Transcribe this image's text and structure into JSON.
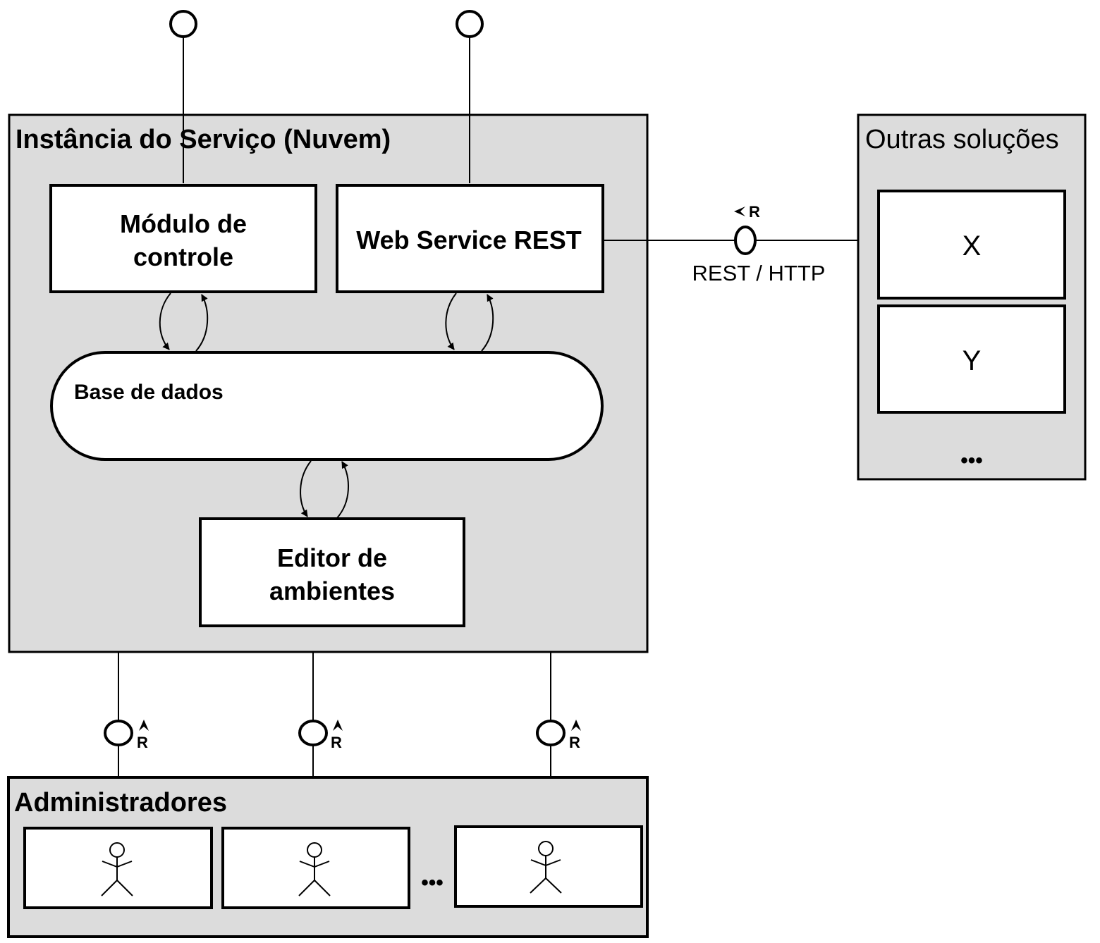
{
  "service": {
    "title": "Instância do Serviço (Nuvem)",
    "control_module": [
      "Módulo de",
      "controle"
    ],
    "web_service": "Web Service REST",
    "database": "Base de dados",
    "editor": [
      "Editor de",
      "ambientes"
    ]
  },
  "others": {
    "title": "Outras soluções",
    "items": [
      "X",
      "Y"
    ],
    "more": "•••"
  },
  "interface": {
    "rest_label": "REST / HTTP",
    "request_marker": "R"
  },
  "admins": {
    "title": "Administradores",
    "more": "•••"
  },
  "colors": {
    "container_fill": "#dcdcdc",
    "box_fill": "#ffffff",
    "stroke": "#000000"
  }
}
